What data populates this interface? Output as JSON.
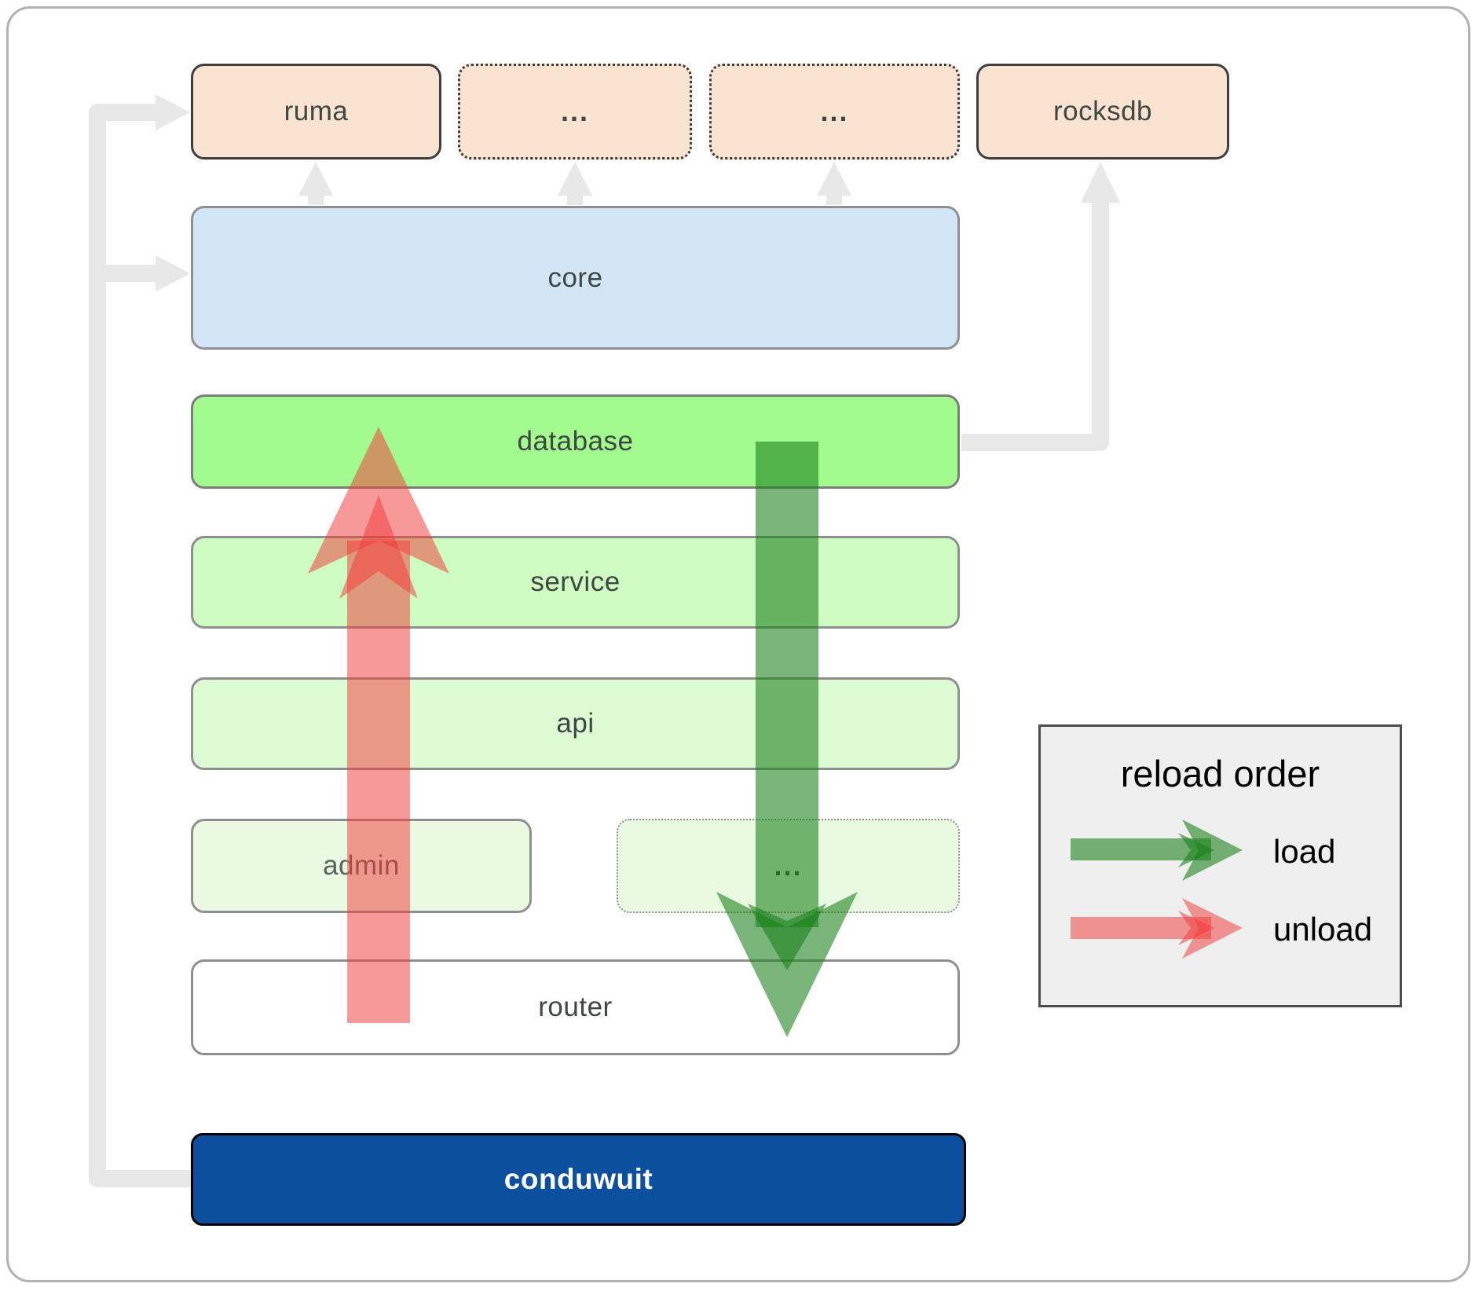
{
  "boxes": {
    "ruma": {
      "label": "ruma"
    },
    "deps_more_1": {
      "label": "..."
    },
    "deps_more_2": {
      "label": "..."
    },
    "rocksdb": {
      "label": "rocksdb"
    },
    "core": {
      "label": "core"
    },
    "database": {
      "label": "database"
    },
    "service": {
      "label": "service"
    },
    "api": {
      "label": "api"
    },
    "admin": {
      "label": "admin"
    },
    "crates_more": {
      "label": "..."
    },
    "router": {
      "label": "router"
    },
    "conduwuit": {
      "label": "conduwuit"
    }
  },
  "legend": {
    "title": "reload order",
    "items": [
      {
        "label": "load"
      },
      {
        "label": "unload"
      }
    ]
  },
  "colors": {
    "box-peach": "#fbe3d1",
    "box-blue": "#d3e6f8",
    "box-green-bright": "#a3fb90",
    "box-green-light": "#cefcc2",
    "box-green-lighter": "#defcd4",
    "box-green-faint": "#eafae2",
    "box-white": "#ffffff",
    "box-navy": "#0d4f9f",
    "connector-gray": "#e8e8e8",
    "load-color": "#188018",
    "unload-color": "#f23c3c",
    "legend-bg": "#efefef"
  }
}
